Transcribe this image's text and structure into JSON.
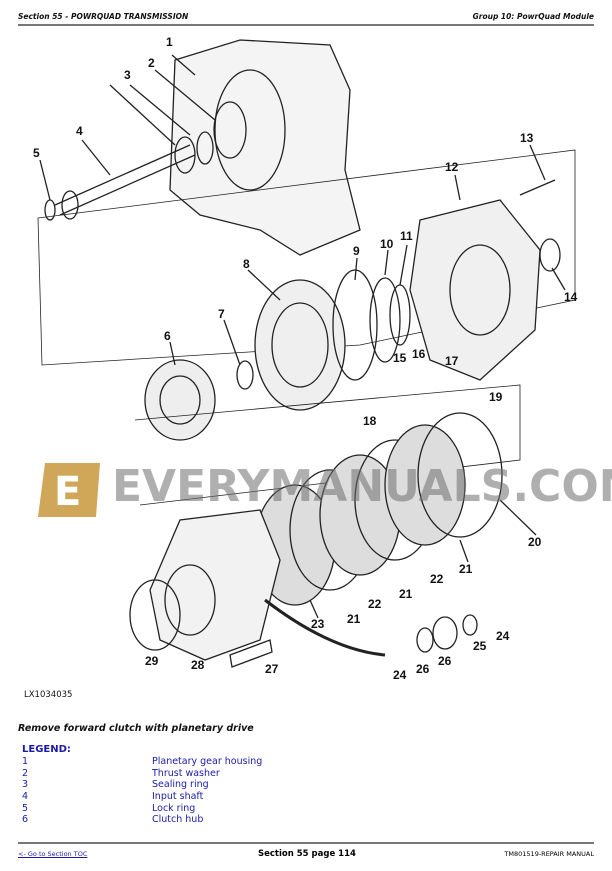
{
  "header": {
    "section": "Section 55 - POWRQUAD TRANSMISSION",
    "group": "Group 10: PowrQuad Module"
  },
  "diagram": {
    "figure_id": "LX1034035",
    "callouts": [
      "1",
      "2",
      "3",
      "4",
      "5",
      "6",
      "7",
      "8",
      "9",
      "10",
      "11",
      "12",
      "13",
      "14",
      "15",
      "16",
      "17",
      "18",
      "19",
      "20",
      "21",
      "22",
      "21",
      "22",
      "21",
      "23",
      "24",
      "25",
      "26",
      "26",
      "24",
      "27",
      "28",
      "29"
    ]
  },
  "watermark": {
    "text": "EVERYMANUALS.COM",
    "logo_letter": "E"
  },
  "caption": "Remove forward clutch with planetary drive",
  "legend": {
    "title": "LEGEND:",
    "items": [
      {
        "num": "1",
        "label": "Planetary gear housing"
      },
      {
        "num": "2",
        "label": "Thrust washer"
      },
      {
        "num": "3",
        "label": "Sealing ring"
      },
      {
        "num": "4",
        "label": "Input shaft"
      },
      {
        "num": "5",
        "label": "Lock ring"
      },
      {
        "num": "6",
        "label": "Clutch hub"
      }
    ]
  },
  "footer": {
    "toc_link": "<- Go to Section TOC",
    "page": "Section 55 page 114",
    "manual": "TM801519-REPAIR MANUAL"
  }
}
